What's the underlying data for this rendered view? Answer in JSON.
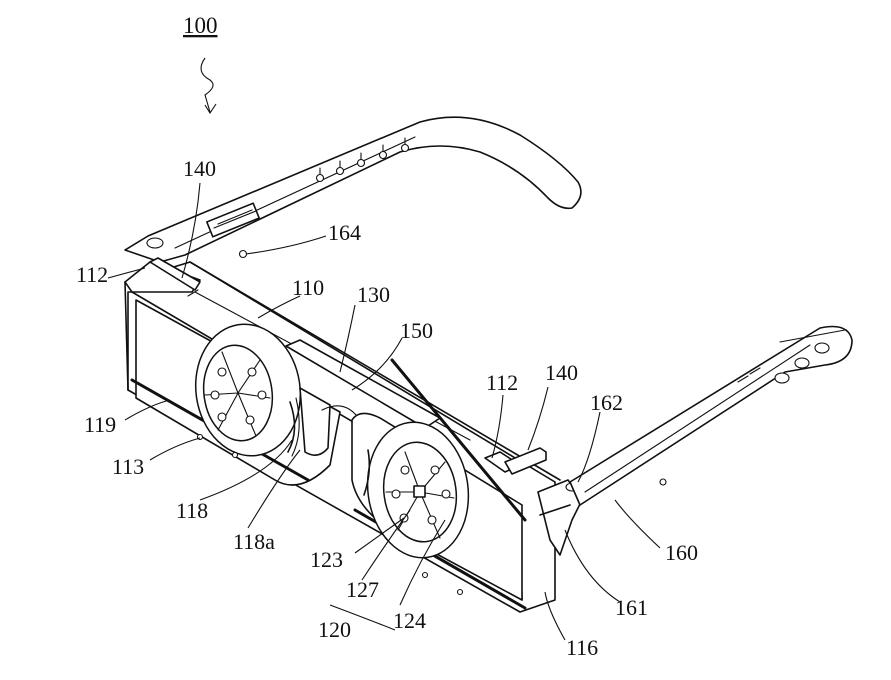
{
  "figure": {
    "reference": "100",
    "labels": {
      "140a": "140",
      "164": "164",
      "112a": "112",
      "110": "110",
      "130": "130",
      "150": "150",
      "112b": "112",
      "140b": "140",
      "162": "162",
      "119": "119",
      "113": "113",
      "118": "118",
      "118a": "118a",
      "123": "123",
      "127": "127",
      "120": "120",
      "124": "124",
      "160": "160",
      "161": "161",
      "116": "116"
    }
  }
}
